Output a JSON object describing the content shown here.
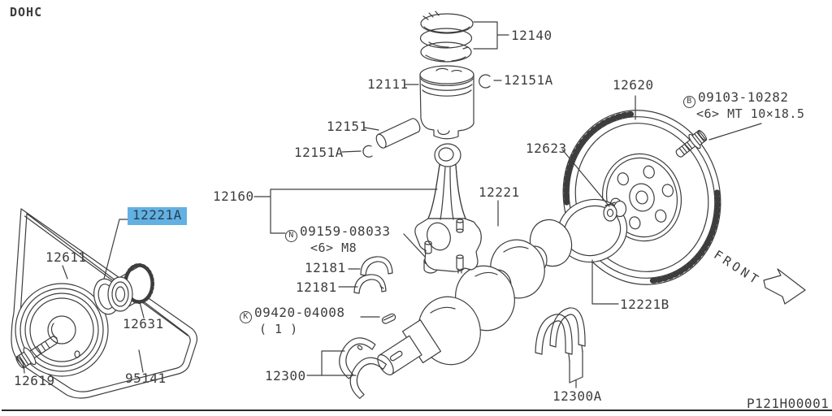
{
  "header": {
    "engine_code": "DOHC"
  },
  "footer": {
    "drawing_number": "P121H00001"
  },
  "orientation": {
    "front_label": "FRONT"
  },
  "colors": {
    "line": "#3d3d3d",
    "text": "#3d3d3d",
    "highlight_bg": "#63b1e2",
    "highlight_text": "#27404f",
    "background": "#ffffff"
  },
  "parts": {
    "ring_set": {
      "label": "12140"
    },
    "piston": {
      "label": "12111"
    },
    "pin_clip_top": {
      "label": "12151A"
    },
    "piston_pin": {
      "label": "12151"
    },
    "pin_clip_bottom": {
      "label": "12151A"
    },
    "connecting_rod": {
      "label": "12160"
    },
    "rod_nut": {
      "prefix": "N",
      "label": "09159-08033",
      "qty": "<6> M8"
    },
    "rod_bearing_upper": {
      "label": "12181"
    },
    "rod_bearing_lower": {
      "label": "12181"
    },
    "woodruff_key": {
      "prefix": "K",
      "label": "09420-04008",
      "qty": "( 1 )"
    },
    "main_bearing": {
      "label": "12300"
    },
    "main_bearing_thrust": {
      "label": "12300A"
    },
    "crankshaft": {
      "label": "12221"
    },
    "pilot_bushing": {
      "label": "12623"
    },
    "rear_oil_seal": {
      "label": "12221B"
    },
    "flywheel": {
      "label": "12620"
    },
    "flywheel_bolt": {
      "prefix": "B",
      "label": "09103-10282",
      "qty": "<6> MT 10×18.5"
    },
    "crank_spacer": {
      "label": "12221A",
      "highlighted": true
    },
    "crank_sprocket_inner": {
      "label": "12611"
    },
    "crank_sprocket": {
      "label": "12631"
    },
    "pulley_bolt": {
      "label": "12619"
    },
    "fan_belt": {
      "label": "95141"
    }
  }
}
